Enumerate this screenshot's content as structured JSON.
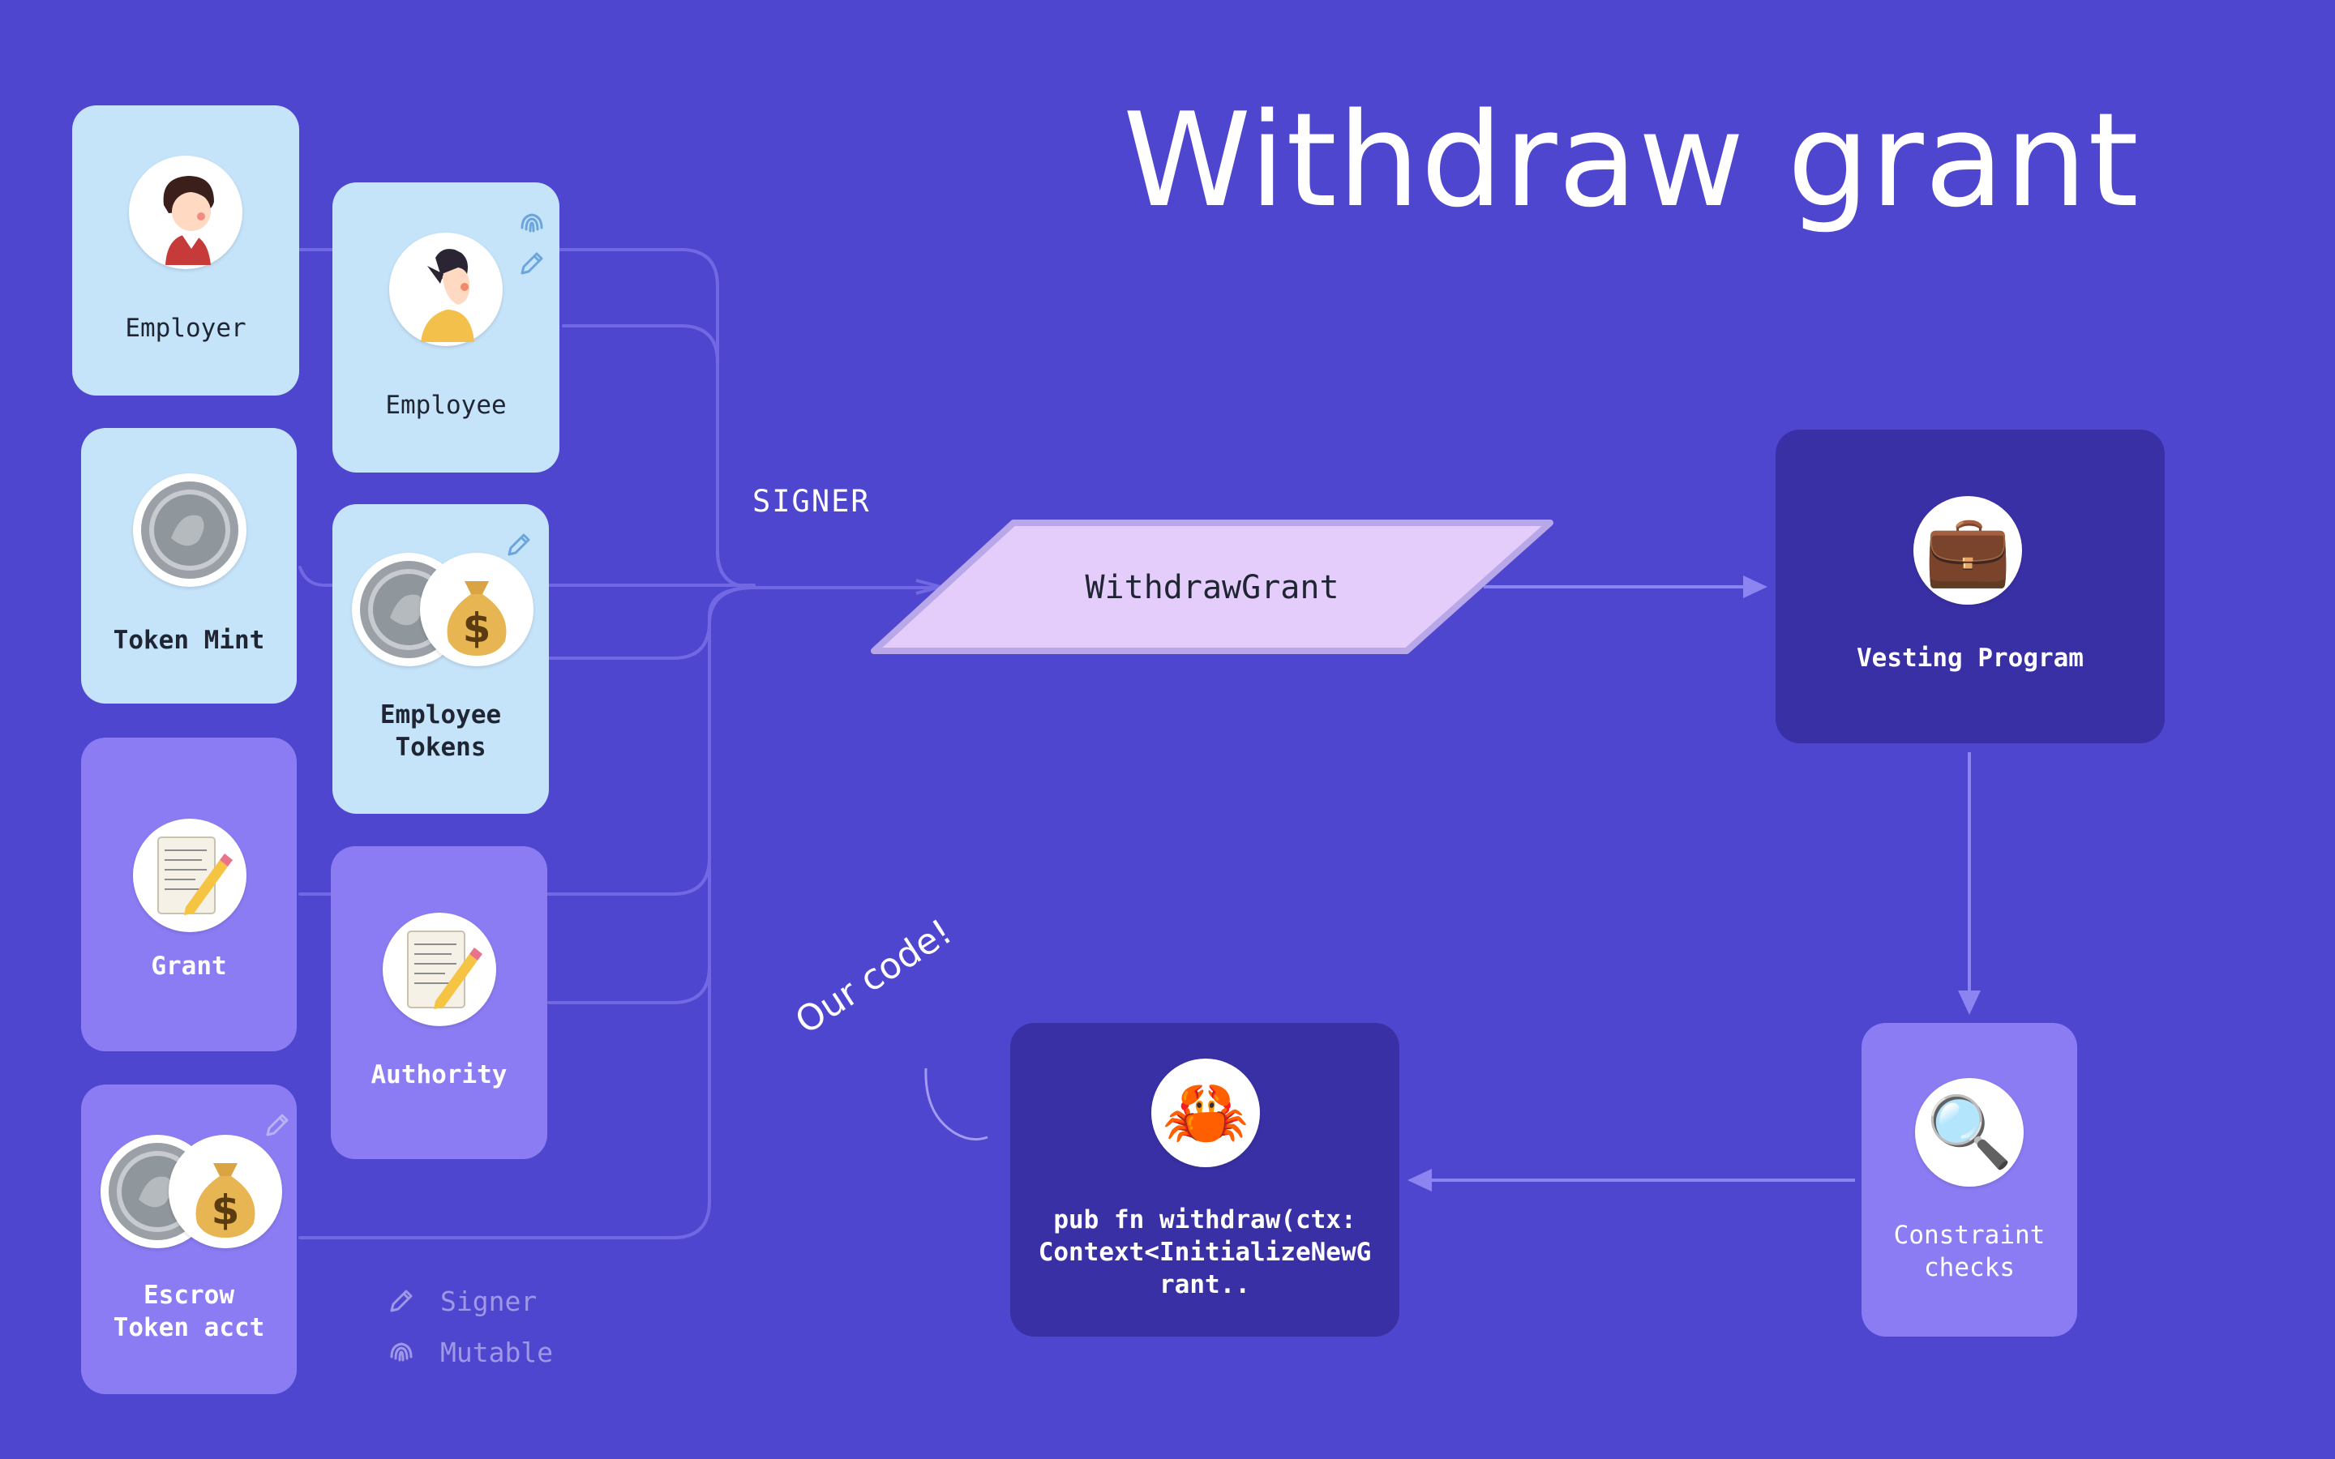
{
  "title": "Withdraw grant",
  "accounts": {
    "employer": {
      "label": "Employer"
    },
    "employee": {
      "label": "Employee"
    },
    "token_mint": {
      "label": "Token Mint"
    },
    "employee_tokens": {
      "label": "Employee\nTokens"
    },
    "grant": {
      "label": "Grant"
    },
    "authority": {
      "label": "Authority"
    },
    "escrow": {
      "label": "Escrow\nToken acct"
    }
  },
  "signer_label": "SIGNER",
  "instruction": {
    "label": "WithdrawGrant"
  },
  "vesting_program": {
    "label": "Vesting Program",
    "icon": "briefcase-icon",
    "emoji": "💼"
  },
  "constraint_checks": {
    "label": "Constraint\nchecks",
    "icon": "magnifier-icon",
    "emoji": "🔍"
  },
  "our_code": {
    "annotation": "Our code!",
    "code": "pub fn withdraw(ctx:\nContext<InitializeNewG\nrant..",
    "icon": "crab-icon",
    "emoji": "🦀"
  },
  "legend": {
    "signer": "Signer",
    "mutable": "Mutable"
  },
  "colors": {
    "background": "#4f46cf",
    "light_card": "#c5e3f9",
    "purple_card": "#8b7cf3",
    "dark_card": "#3a30a6",
    "instruction_fill": "#e4cdfb",
    "connector": "#7b72e6",
    "arrow": "#8c84f0"
  }
}
